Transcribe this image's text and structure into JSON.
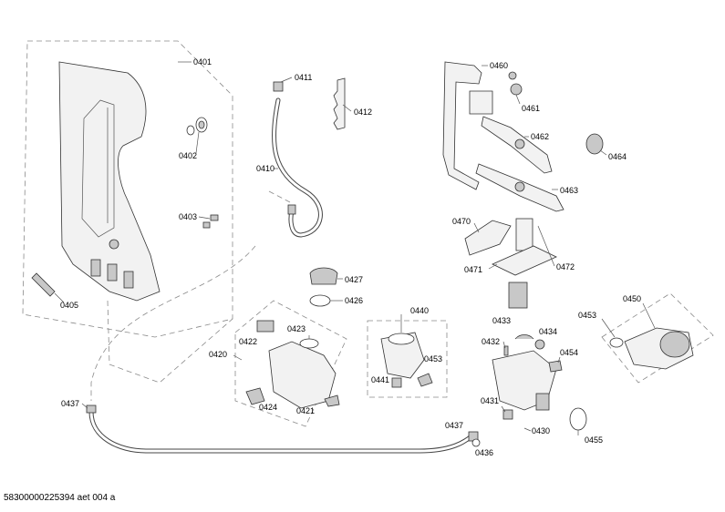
{
  "callouts": [
    {
      "id": "c0401",
      "label": "0401"
    },
    {
      "id": "c0402",
      "label": "0402"
    },
    {
      "id": "c0403",
      "label": "0403"
    },
    {
      "id": "c0405",
      "label": "0405"
    },
    {
      "id": "c0411",
      "label": "0411"
    },
    {
      "id": "c0412",
      "label": "0412"
    },
    {
      "id": "c0410",
      "label": "0410"
    },
    {
      "id": "c0460",
      "label": "0460"
    },
    {
      "id": "c0461",
      "label": "0461"
    },
    {
      "id": "c0462",
      "label": "0462"
    },
    {
      "id": "c0464",
      "label": "0464"
    },
    {
      "id": "c0463",
      "label": "0463"
    },
    {
      "id": "c0470",
      "label": "0470"
    },
    {
      "id": "c0471",
      "label": "0471"
    },
    {
      "id": "c0472",
      "label": "0472"
    },
    {
      "id": "c0427",
      "label": "0427"
    },
    {
      "id": "c0426",
      "label": "0426"
    },
    {
      "id": "c0423",
      "label": "0423"
    },
    {
      "id": "c0422",
      "label": "0422"
    },
    {
      "id": "c0420",
      "label": "0420"
    },
    {
      "id": "c0424",
      "label": "0424"
    },
    {
      "id": "c0421",
      "label": "0421"
    },
    {
      "id": "c0440",
      "label": "0440"
    },
    {
      "id": "c0453a",
      "label": "0453"
    },
    {
      "id": "c0441",
      "label": "0441"
    },
    {
      "id": "c0433",
      "label": "0433"
    },
    {
      "id": "c0434",
      "label": "0434"
    },
    {
      "id": "c0432",
      "label": "0432"
    },
    {
      "id": "c0454",
      "label": "0454"
    },
    {
      "id": "c0431",
      "label": "0431"
    },
    {
      "id": "c0430",
      "label": "0430"
    },
    {
      "id": "c0437a",
      "label": "0437"
    },
    {
      "id": "c0436",
      "label": "0436"
    },
    {
      "id": "c0437b",
      "label": "0437"
    },
    {
      "id": "c0450",
      "label": "0450"
    },
    {
      "id": "c0453b",
      "label": "0453"
    },
    {
      "id": "c0455",
      "label": "0455"
    }
  ],
  "footer": {
    "code": "58300000225394 aet 004 a"
  }
}
